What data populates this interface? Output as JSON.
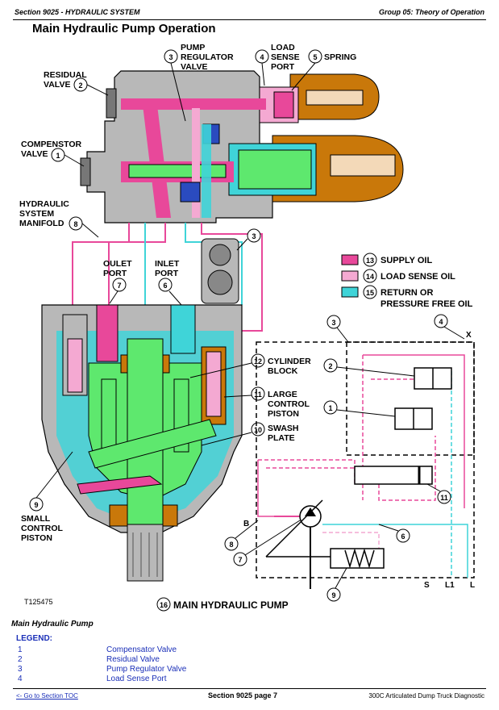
{
  "header": {
    "section": "Section 9025 - HYDRAULIC SYSTEM",
    "group": "Group 05: Theory of Operation"
  },
  "title": "Main Hydraulic Pump Operation",
  "callouts": {
    "c1": {
      "num": "1",
      "line1": "COMPENSTOR",
      "line2": "VALVE"
    },
    "c2": {
      "num": "2",
      "line1": "RESIDUAL",
      "line2": "VALVE"
    },
    "c3": {
      "num": "3",
      "line1": "PUMP",
      "line2": "REGULATOR",
      "line3": "VALVE"
    },
    "c4": {
      "num": "4",
      "line1": "LOAD",
      "line2": "SENSE",
      "line3": "PORT"
    },
    "c5": {
      "num": "5",
      "line1": "SPRING"
    },
    "c6": {
      "num": "6",
      "line1": "INLET",
      "line2": "PORT"
    },
    "c7": {
      "num": "7",
      "line1": "OULET",
      "line2": "PORT"
    },
    "c8": {
      "num": "8",
      "line1": "HYDRAULIC",
      "line2": "SYSTEM",
      "line3": "MANIFOLD"
    },
    "c9": {
      "num": "9",
      "line1": "SMALL",
      "line2": "CONTROL",
      "line3": "PISTON"
    },
    "c10": {
      "num": "10",
      "line1": "SWASH",
      "line2": "PLATE"
    },
    "c11": {
      "num": "11",
      "line1": "LARGE",
      "line2": "CONTROL",
      "line3": "PISTON"
    },
    "c12": {
      "num": "12",
      "line1": "CYLINDER",
      "line2": "BLOCK"
    },
    "c16": {
      "num": "16",
      "label": "MAIN HYDRAULIC PUMP"
    }
  },
  "oil_legend": [
    {
      "num": "13",
      "label": "SUPPLY OIL",
      "color": "#e8489a"
    },
    {
      "num": "14",
      "label": "LOAD SENSE OIL",
      "color": "#f4a9d2"
    },
    {
      "num": "15",
      "label": "RETURN OR",
      "label2": "PRESSURE FREE OIL",
      "color": "#3fd4d8"
    }
  ],
  "schematic": {
    "numbers": [
      "1",
      "2",
      "3",
      "4",
      "6",
      "7",
      "8",
      "9",
      "11"
    ],
    "ports": {
      "x": "X",
      "b": "B",
      "s": "S",
      "l1": "L1",
      "l": "L"
    }
  },
  "figure_id": "T125475",
  "caption": "Main Hydraulic Pump",
  "legend": {
    "title": "LEGEND:",
    "items": [
      {
        "num": "1",
        "text": "Compensator Valve"
      },
      {
        "num": "2",
        "text": "Residual Valve"
      },
      {
        "num": "3",
        "text": "Pump Regulator Valve"
      },
      {
        "num": "4",
        "text": "Load Sense Port"
      }
    ]
  },
  "footer": {
    "toc_link": "<- Go to Section TOC",
    "page": "Section 9025 page 7",
    "manual": "300C Articulated Dump Truck Diagnostic"
  },
  "colors": {
    "supply": "#e8489a",
    "load_sense": "#f4a9d2",
    "return": "#3fd4d8",
    "housing": "#b8b8b8",
    "bronze": "#c9780a",
    "green": "#5ee86e",
    "link": "#1a2fb8"
  }
}
